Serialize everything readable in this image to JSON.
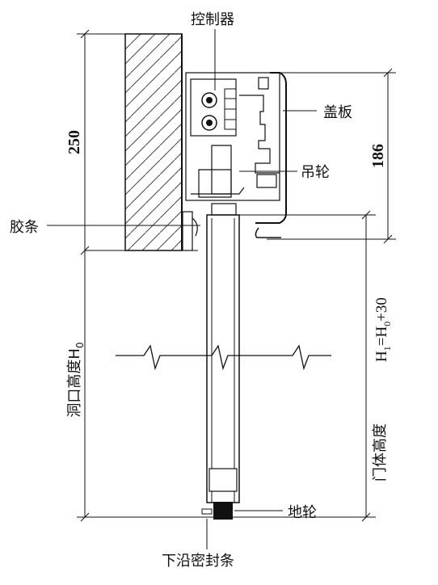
{
  "labels": {
    "controller": "控制器",
    "cover": "盖板",
    "hanger_wheel": "吊轮",
    "rubber_strip": "胶条",
    "floor_wheel": "地轮",
    "bottom_seal": "下沿密封条",
    "door_height": "门体高度",
    "opening_height_text": "洞口高度",
    "opening_height_var": "H",
    "opening_height_sub": "0"
  },
  "dimensions": {
    "top_250": "250",
    "top_186": "186",
    "h1_var": "H",
    "h1_sub1": "1",
    "h1_eq": "=H",
    "h1_sub2": "0",
    "h1_tail": "+30"
  }
}
